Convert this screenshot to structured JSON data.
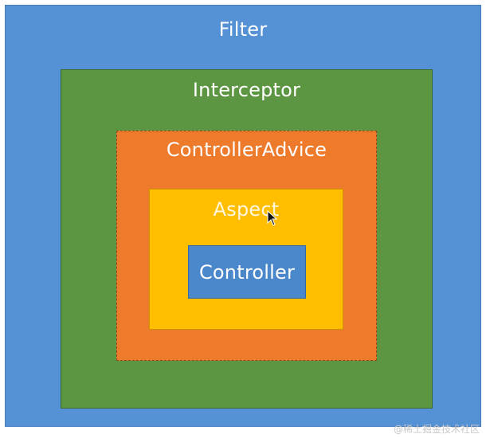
{
  "diagram": {
    "layers": {
      "filter": {
        "label": "Filter",
        "color": "#5592d5"
      },
      "interceptor": {
        "label": "Interceptor",
        "color": "#5d9642"
      },
      "advice": {
        "label": "ControllerAdvice",
        "color": "#ee7a2b"
      },
      "aspect": {
        "label": "Aspect",
        "color": "#ffbe00"
      },
      "controller": {
        "label": "Controller",
        "color": "#4b88cb"
      }
    }
  },
  "watermark": "@稀土掘金技术社区",
  "icons": {
    "cursor": "arrow-cursor-icon"
  }
}
